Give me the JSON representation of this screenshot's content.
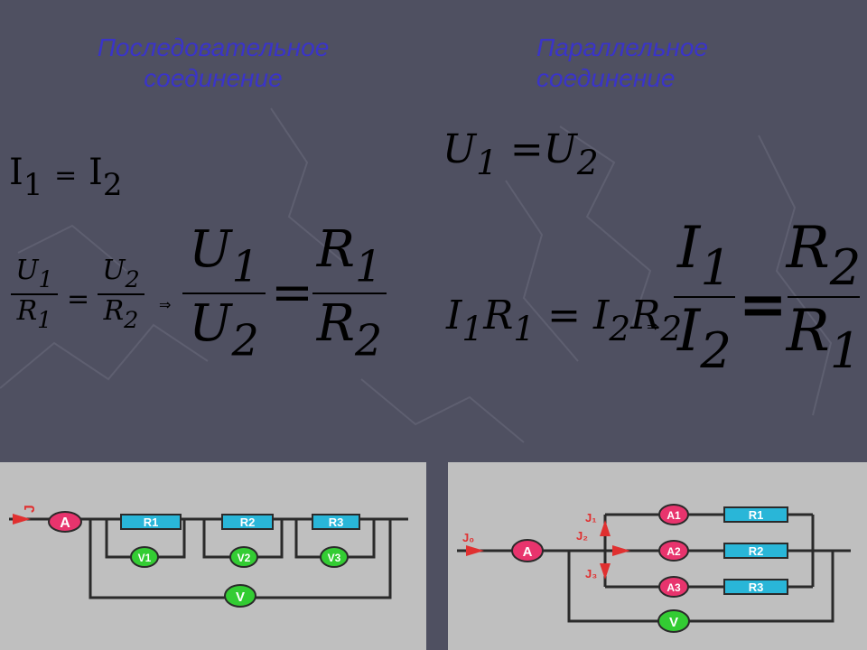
{
  "headings": {
    "series": "Последовательное соединение",
    "parallel": "Параллельное соединение"
  },
  "series_formulas": {
    "currents": {
      "lhs": "I",
      "lhs_sub": "1",
      "eq": "=",
      "rhs": "I",
      "rhs_sub": "2"
    },
    "small_ratio": {
      "u1": "U",
      "u1_sub": "1",
      "r1": "R",
      "r1_sub": "1",
      "u2": "U",
      "u2_sub": "2",
      "r2": "R",
      "r2_sub": "2",
      "eq": "="
    },
    "implies": "⇒",
    "big_ratio": {
      "u1": "U",
      "u1_sub": "1",
      "u2": "U",
      "u2_sub": "2",
      "r1": "R",
      "r1_sub": "1",
      "r2": "R",
      "r2_sub": "2",
      "eq": "="
    }
  },
  "parallel_formulas": {
    "voltages": {
      "lhs": "U",
      "lhs_sub": "1",
      "eq": "=",
      "rhs": "U",
      "rhs_sub": "2"
    },
    "product": {
      "i1": "I",
      "i1_sub": "1",
      "r1": "R",
      "r1_sub": "1",
      "eq": "=",
      "i2": "I",
      "i2_sub": "2",
      "r2": "R",
      "r2_sub": "2"
    },
    "implies": "⇒",
    "big_ratio": {
      "i1": "I",
      "i1_sub": "1",
      "i2": "I",
      "i2_sub": "2",
      "r2": "R",
      "r2_sub": "2",
      "r1": "R",
      "r1_sub": "1",
      "eq": "="
    }
  },
  "series_circuit": {
    "current_label": "J",
    "ammeter": "A",
    "resistors": [
      "R1",
      "R2",
      "R3"
    ],
    "voltmeters": [
      "V1",
      "V2",
      "V3"
    ],
    "total_voltmeter": "V"
  },
  "parallel_circuit": {
    "current_labels": {
      "total": "J₀",
      "branch1": "J₁",
      "branch2": "J₂",
      "branch3": "J₃"
    },
    "main_ammeter": "A",
    "branch_ammeters": [
      "A1",
      "A2",
      "A3"
    ],
    "resistors": [
      "R1",
      "R2",
      "R3"
    ],
    "voltmeter": "V"
  },
  "colors": {
    "heading": "#3a34c8",
    "background": "#4f5061",
    "panel": "#bfbfbf",
    "ammeter": "#e8346d",
    "voltmeter": "#33cc33",
    "resistor": "#29b6d8",
    "wire": "#2a2a2a",
    "arrow": "#e03030"
  }
}
